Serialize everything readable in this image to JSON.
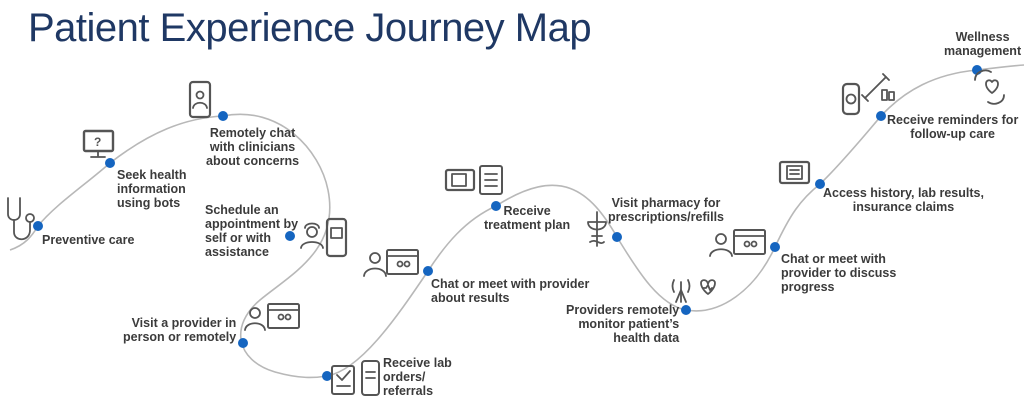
{
  "title": "Patient Experience Journey Map",
  "colors": {
    "title": "#1f3864",
    "node": "#1565c0",
    "path": "#b8b8b8",
    "icon": "#555555",
    "label": "#3b3b3b"
  },
  "steps": [
    {
      "label": "Preventive care",
      "icon": "stethoscope-icon"
    },
    {
      "label": "Seek health\ninformation\nusing bots",
      "icon": "monitor-question-icon"
    },
    {
      "label": "Remotely chat\nwith clinicians\nabout concerns",
      "icon": "smartphone-doctor-icon"
    },
    {
      "label": "Schedule an\nappointment by\nself or with\nassistance",
      "icon": "phone-calendar-icon"
    },
    {
      "label": "Visit a provider in\nperson or remotely",
      "icon": "doctor-video-icon"
    },
    {
      "label": "Receive lab\norders/\nreferrals",
      "icon": "clipboard-phone-icon"
    },
    {
      "label": "Chat or meet with provider\nabout results",
      "icon": "doctor-video-icon"
    },
    {
      "label": "Receive\ntreatment plan",
      "icon": "tablet-clipboard-icon"
    },
    {
      "label": "Visit pharmacy for\nprescriptions/refills",
      "icon": "pharmacy-icon"
    },
    {
      "label": "Providers remotely\nmonitor patient’s\nhealth data",
      "icon": "remote-monitor-icon"
    },
    {
      "label": "Chat or meet with\nprovider to discuss\nprogress",
      "icon": "doctor-video-icon"
    },
    {
      "label": "Access history, lab results,\ninsurance claims",
      "icon": "tablet-records-icon"
    },
    {
      "label": "Receive reminders for\nfollow-up care",
      "icon": "watch-syringe-icon"
    },
    {
      "label": "Wellness\nmanagement",
      "icon": "heart-cycle-icon"
    }
  ]
}
